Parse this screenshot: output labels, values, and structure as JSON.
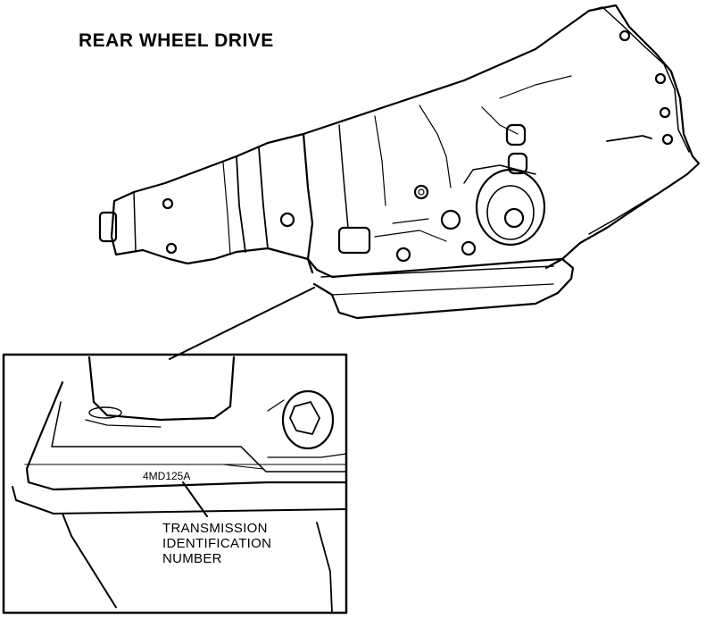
{
  "diagram": {
    "heading": "REAR WHEEL DRIVE",
    "detail": {
      "part_code": "4MD125A",
      "callout_lines": [
        "TRANSMISSION",
        "IDENTIFICATION",
        "NUMBER"
      ]
    },
    "colors": {
      "ink": "#000000",
      "paper": "#ffffff"
    }
  }
}
